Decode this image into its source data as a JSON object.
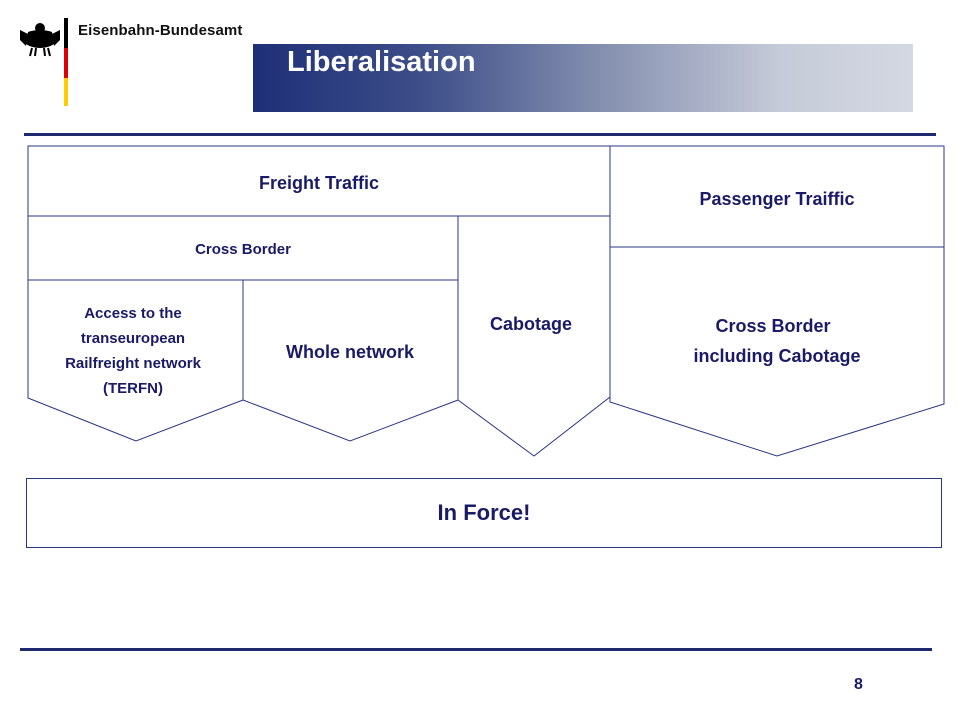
{
  "header": {
    "org_name": "Eisenbahn-Bundesamt",
    "title": "Liberalisation",
    "logo_icon": "federal-eagle-icon",
    "flag_colors": [
      "#000000",
      "#dd0000",
      "#ffcc00"
    ]
  },
  "diagram": {
    "freight": {
      "title": "Freight Traffic",
      "cross_border": "Cross Border",
      "access_lines": [
        "Access to the",
        "transeuropean",
        "Railfreight network",
        "(TERFN)"
      ],
      "whole_network": "Whole network",
      "cabotage": "Cabotage"
    },
    "passenger": {
      "title": "Passenger Traiffic",
      "cross_border_lines": [
        "Cross Border",
        "including Cabotage"
      ]
    },
    "in_force": "In Force!"
  },
  "footer": {
    "page_number": "8"
  },
  "colors": {
    "accent": "#1e2f78",
    "line": "#2a3585",
    "text": "#1a1a66"
  }
}
